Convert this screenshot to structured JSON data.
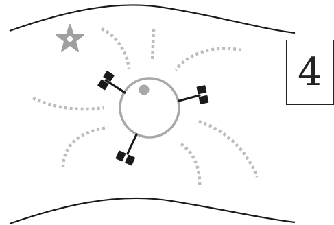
{
  "figure": {
    "number_label": "4",
    "icons": {
      "star": "star-icon",
      "cell": "circle-cell",
      "nucleus": "dot",
      "anchor": "double-flag-anchor"
    },
    "colors": {
      "line": "#1a1a1a",
      "cell": "#a8a8a8",
      "dots": "#bdbdbd",
      "star": "#a0a0a0"
    }
  }
}
